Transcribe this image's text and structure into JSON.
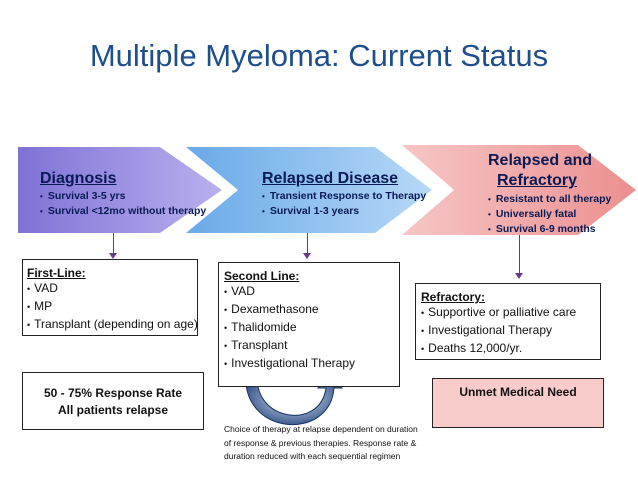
{
  "title": "Multiple Myeloma:  Current Status",
  "phases": [
    {
      "heading": "Diagnosis",
      "items": [
        "Survival  3-5 yrs",
        "Survival <12mo without therapy"
      ]
    },
    {
      "heading": "Relapsed Disease",
      "items": [
        "Transient Response to Therapy",
        "Survival 1-3 years"
      ]
    },
    {
      "heading_line1": "Relapsed and",
      "heading_line2": "Refractory",
      "items": [
        "Resistant to all therapy",
        "Universally fatal",
        "Survival 6-9 months"
      ]
    }
  ],
  "boxes": {
    "first_line": {
      "heading": "First-Line:",
      "items": [
        "VAD",
        "MP",
        "Transplant (depending on age)"
      ]
    },
    "second_line": {
      "heading": "Second Line:",
      "items": [
        "VAD",
        "Dexamethasone",
        "Thalidomide",
        "Transplant",
        "Investigational Therapy"
      ]
    },
    "refractory": {
      "heading": "Refractory:",
      "items": [
        "Supportive or palliative care",
        "Investigational Therapy",
        "Deaths 12,000/yr."
      ]
    },
    "response": {
      "line1": "50 - 75% Response Rate",
      "line2": "All patients relapse"
    },
    "unmet": {
      "text": "Unmet Medical Need"
    }
  },
  "note": "Choice of therapy at relapse dependent on duration of response & previous therapies. Response rate & duration reduced with each sequential regimen",
  "colors": {
    "title": "#1f4e8c",
    "diagnosis": "#9a8ee0",
    "relapsed": "#8fc0f0",
    "refractory": "#f0a0a0",
    "unmet_fill": "#f9cccc",
    "curve": "#1f3f7a"
  }
}
